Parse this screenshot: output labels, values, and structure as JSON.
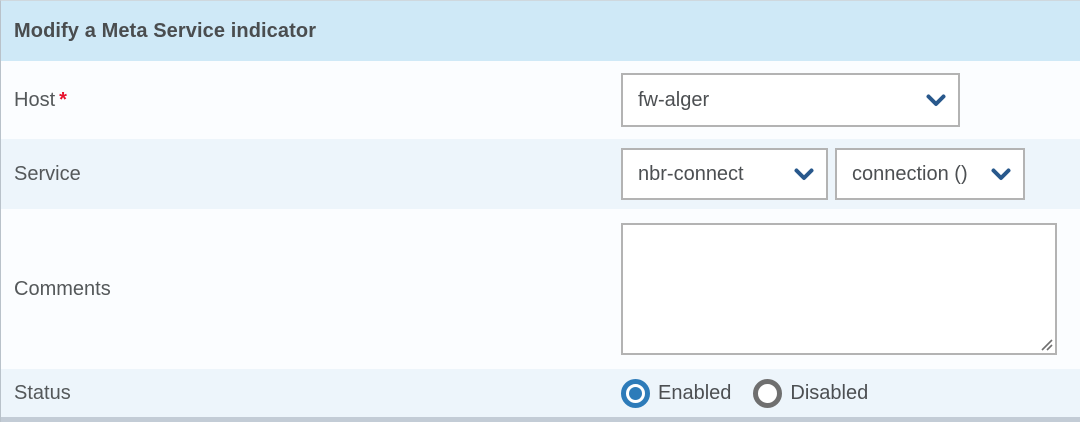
{
  "panel": {
    "title": "Modify a Meta Service indicator"
  },
  "fields": {
    "host": {
      "label": "Host",
      "required_marker": "*",
      "selected_value": "fw-alger"
    },
    "service": {
      "label": "Service",
      "selected_service": "nbr-connect",
      "selected_metric": "connection ()"
    },
    "comments": {
      "label": "Comments",
      "value": ""
    },
    "status": {
      "label": "Status",
      "options": [
        {
          "label": "Enabled",
          "selected": true
        },
        {
          "label": "Disabled",
          "selected": false
        }
      ]
    }
  },
  "icons": {
    "dropdown_chevron": "chevron-down-icon",
    "textarea_grip": "resize-grip-icon"
  },
  "colors": {
    "header_bg": "#cfe9f7",
    "row_light_bg": "#fbfdff",
    "row_blue_bg": "#edf5fb",
    "bottom_strip": "#c3ccd6",
    "input_border": "#b3b3b3",
    "chevron_blue": "#28588c",
    "radio_selected_blue": "#2d7bb9",
    "radio_unselected_gray": "#6f6f6f",
    "required_red": "#e8112d",
    "label_text": "#54585a",
    "title_text": "#4a4d4f"
  }
}
